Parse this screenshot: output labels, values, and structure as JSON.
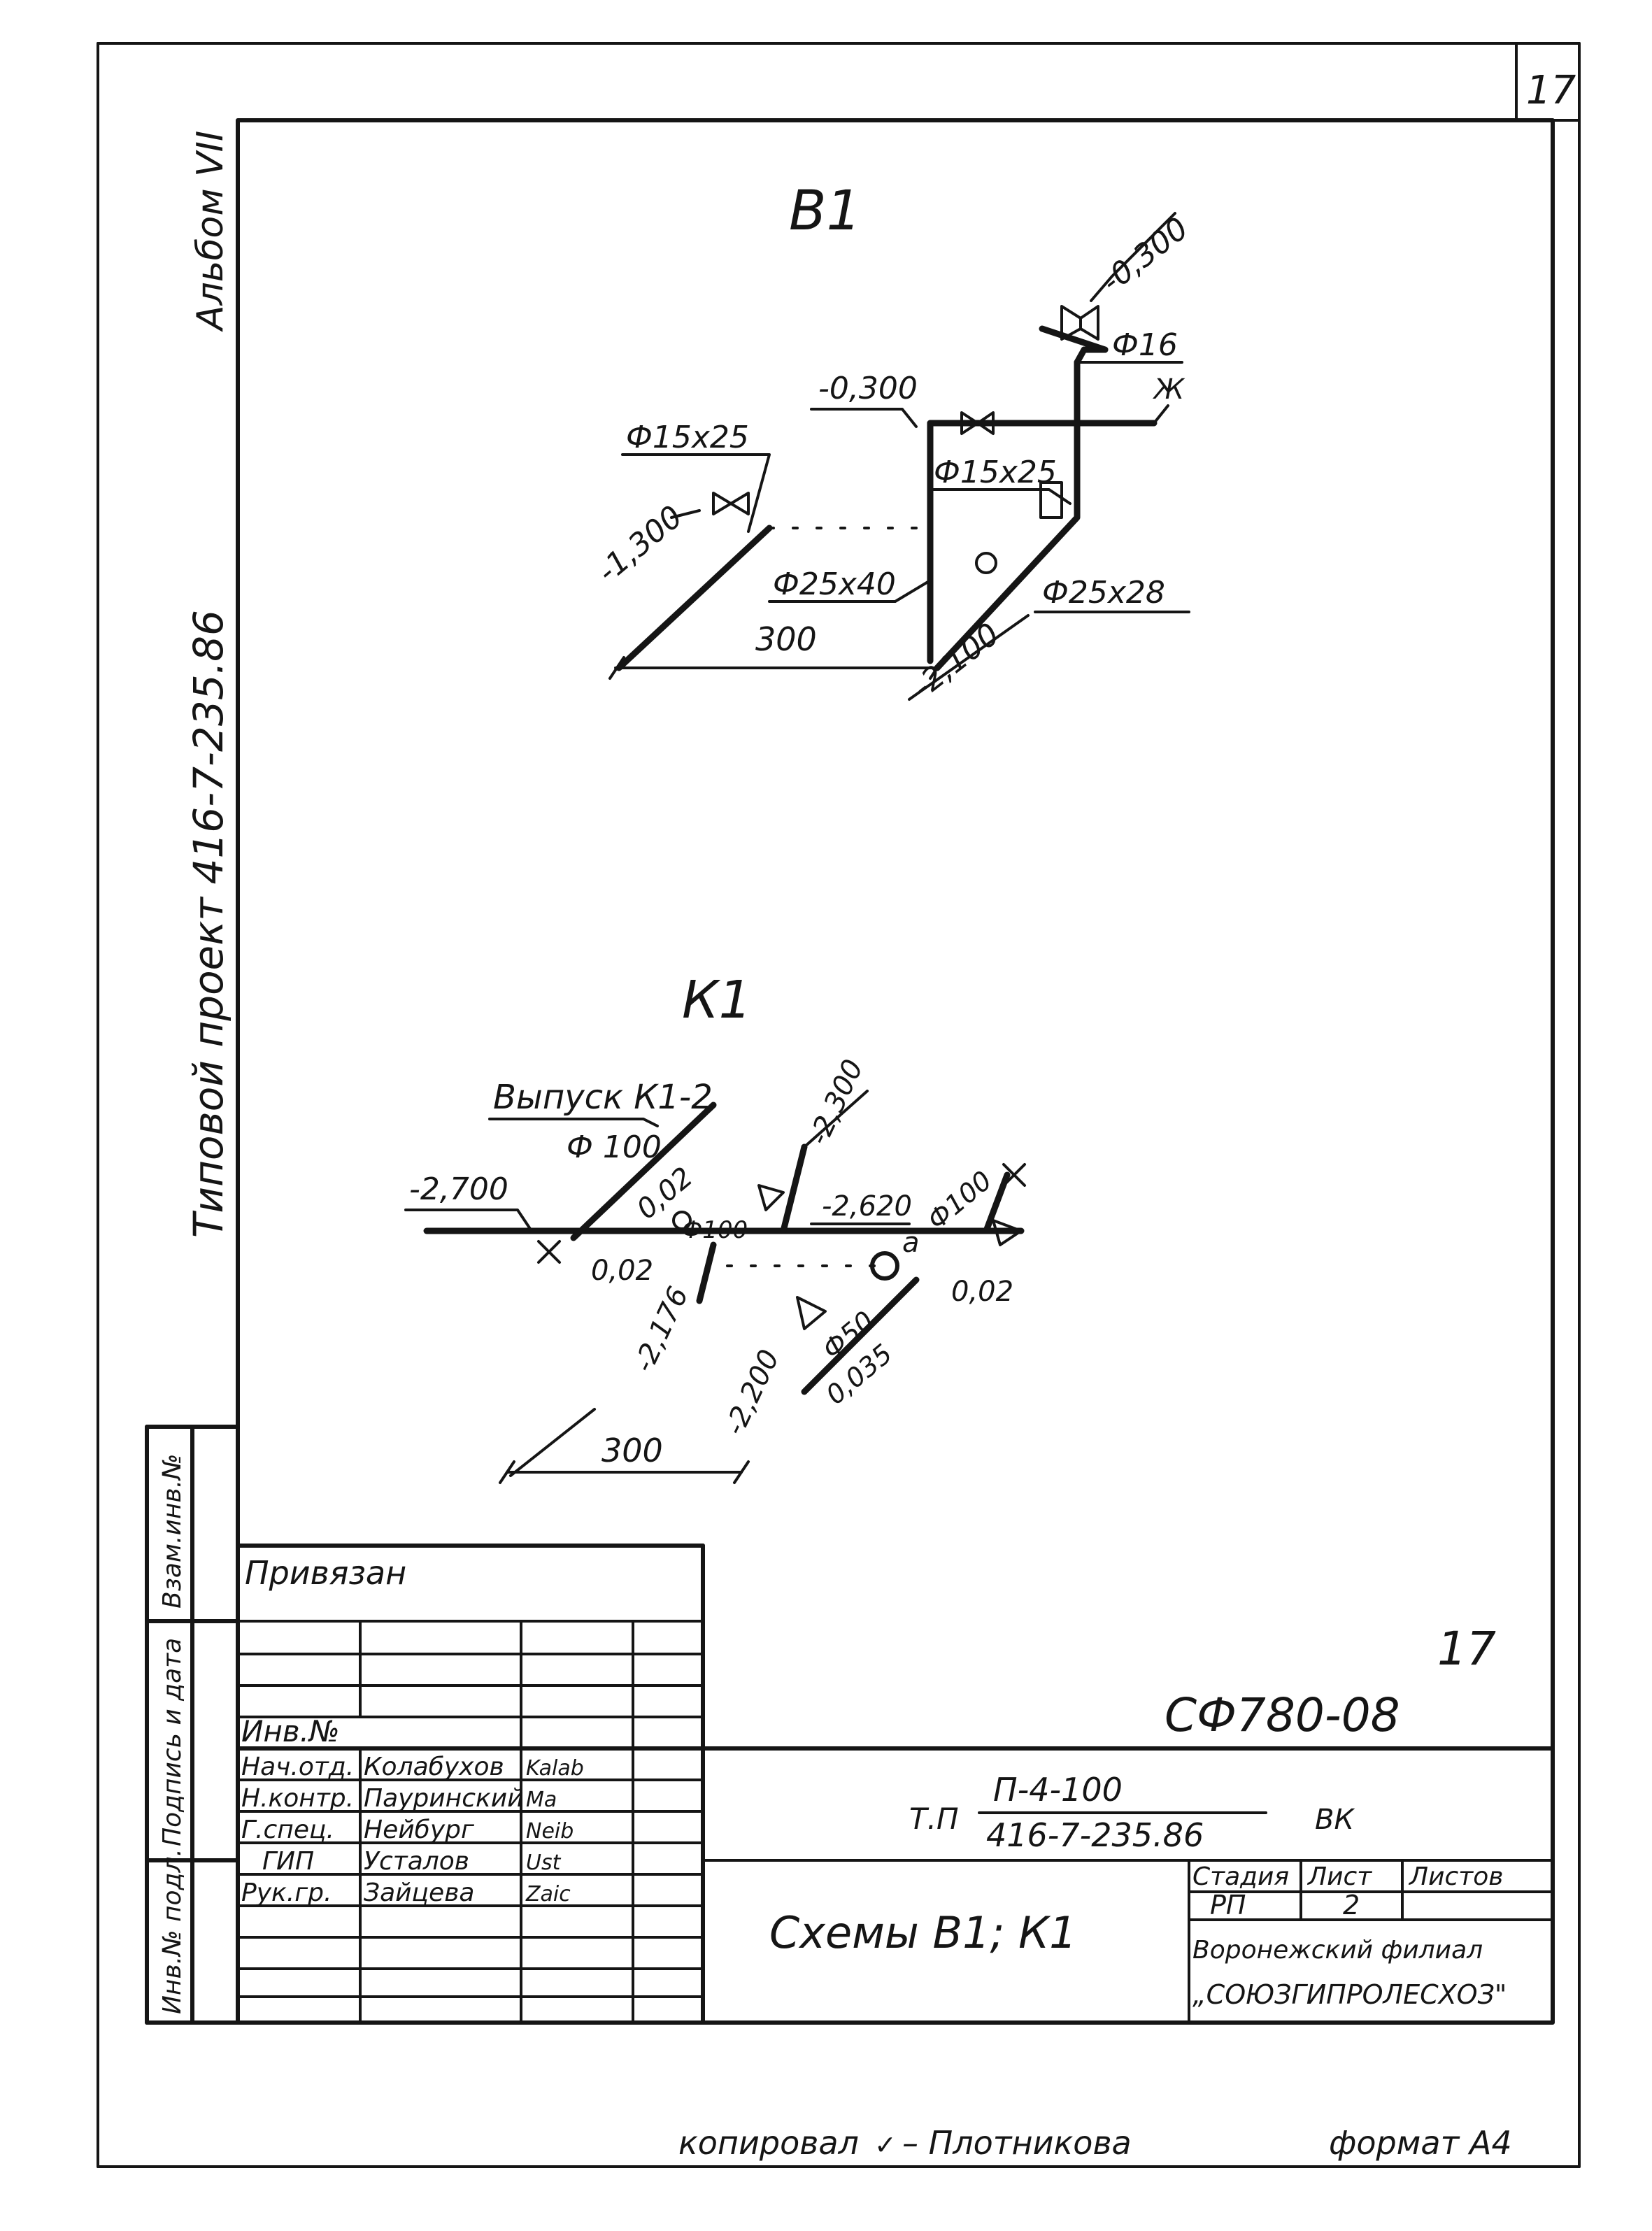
{
  "sheet": {
    "sheet_number": "17",
    "album": "Альбом VII",
    "project_side": "Типовой проект 416-7-235.86",
    "copied_by": "копировал",
    "copier_name": "– Плотникова",
    "format": "формат А4",
    "stamp_number": "17",
    "doc_code": "СФ780-08"
  },
  "scheme_b1": {
    "title": "В1",
    "labels": {
      "elev_top": "-0,300",
      "elev_mid": "-0,300",
      "elev_left": "-1,300",
      "elev_bottom": "-2,100",
      "d15x25_left": "Ф15х25",
      "d15x25_mid": "Ф15х25",
      "d16": "Ф16",
      "zh": "Ж",
      "d25x40": "Ф25х40",
      "d25x28": "Ф25х28",
      "dim_300": "300"
    }
  },
  "scheme_k1": {
    "title": "К1",
    "labels": {
      "outlet": "Выпуск К1-2",
      "d100_outlet": "Ф 100",
      "slope_002_a": "0,02",
      "slope_002_b": "0,02",
      "slope_002_c": "0,02",
      "elev_2700": "-2,700",
      "elev_2300": "-2,300",
      "elev_2620": "-2,620",
      "d100_a": "Ф100",
      "d100_b": "Ф100",
      "elev_2176": "-2,176",
      "elev_2200": "-2,200",
      "d50": "Ф50",
      "slope_0035": "0,035",
      "point_a": "а",
      "dim_300": "300"
    }
  },
  "side_columns": {
    "col1": "Взам.инв.№",
    "col2": "Подпись и дата",
    "col3": "Инв.№ подл."
  },
  "title_block": {
    "privyazan": "Привязан",
    "inv_no": "Инв.№",
    "roles": [
      {
        "role": "Нач.отд.",
        "name": "Колабухов",
        "sign": "Kalab"
      },
      {
        "role": "Н.контр.",
        "name": "Пауринский",
        "sign": "Ma"
      },
      {
        "role": "Г.спец.",
        "name": "Нейбург",
        "sign": "Neib"
      },
      {
        "role": "ГИП",
        "name": "Усталов",
        "sign": "Ust"
      },
      {
        "role": "Рук.гр.",
        "name": "Зайцева",
        "sign": "Zaic"
      }
    ],
    "tp_prefix": "Т.П",
    "tp_top": "П-4-100",
    "tp_bottom": "416-7-235.86",
    "section": "ВК",
    "drawing_title": "Схемы В1; К1",
    "stage_label": "Стадия",
    "sheet_label": "Лист",
    "sheets_label": "Листов",
    "stage": "РП",
    "sheet": "2",
    "org_line1": "Воронежский филиал",
    "org_line2": "„СОЮЗГИПРОЛЕСХОЗ\""
  }
}
